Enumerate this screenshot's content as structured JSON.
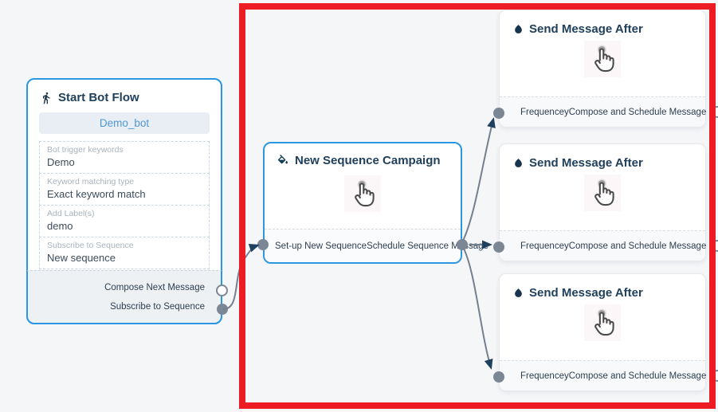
{
  "flow": {
    "start_node": {
      "title": "Start Bot Flow",
      "icon": "walking-person-icon",
      "bot_name": "Demo_bot",
      "fields": [
        {
          "label": "Bot trigger keywords",
          "value": "Demo"
        },
        {
          "label": "Keyword matching type",
          "value": "Exact keyword match"
        },
        {
          "label": "Add Label(s)",
          "value": "demo"
        },
        {
          "label": "Subscribe to Sequence",
          "value": "New sequence"
        }
      ],
      "ports": [
        {
          "label": "Compose Next Message",
          "type": "output",
          "connected": false
        },
        {
          "label": "Subscribe to Sequence",
          "type": "output",
          "connected": true
        }
      ]
    },
    "sequence_node": {
      "title": "New Sequence Campaign",
      "icon": "paint-bucket-icon",
      "input_port": "Set-up New Sequence",
      "output_port": "Schedule Sequence Message"
    },
    "send_nodes": [
      {
        "title": "Send Message After",
        "icon": "water-drop-icon",
        "input_port": "Frequencey",
        "output_port": "Compose and Schedule Message"
      },
      {
        "title": "Send Message After",
        "icon": "water-drop-icon",
        "input_port": "Frequencey",
        "output_port": "Compose and Schedule Message"
      },
      {
        "title": "Send Message After",
        "icon": "water-drop-icon",
        "input_port": "Frequencey",
        "output_port": "Compose and Schedule Message"
      }
    ],
    "edges": [
      {
        "from": "Start Bot Flow / Subscribe to Sequence",
        "to": "New Sequence Campaign / Set-up New Sequence"
      },
      {
        "from": "New Sequence Campaign / Schedule Sequence Message",
        "to": "Send Message After 1 / Frequencey"
      },
      {
        "from": "New Sequence Campaign / Schedule Sequence Message",
        "to": "Send Message After 2 / Frequencey"
      },
      {
        "from": "New Sequence Campaign / Schedule Sequence Message",
        "to": "Send Message After 3 / Frequencey"
      }
    ],
    "colors": {
      "background": "#f5f6f8",
      "active_node_border": "#2b96e1",
      "highlight_box": "#ed1c24",
      "edge": "#73808f",
      "arrowhead": "#1e415f",
      "port_fill": "#7b8794",
      "title_text": "#20405c"
    }
  }
}
